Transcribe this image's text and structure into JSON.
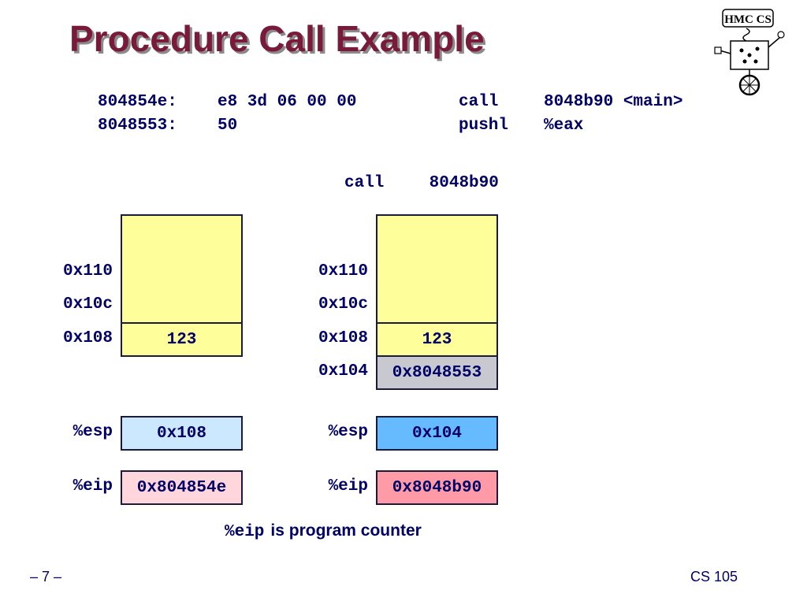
{
  "slide": {
    "title": "Procedure Call Example",
    "page_number": "– 7 –",
    "course": "CS 105"
  },
  "logo": {
    "text": "HMC CS"
  },
  "assembly": [
    {
      "addr": "804854e:",
      "bytes": "e8 3d 06 00 00",
      "op": "call",
      "arg": "8048b90 <main>"
    },
    {
      "addr": "8048553:",
      "bytes": "50",
      "op": "pushl",
      "arg": "%eax"
    }
  ],
  "instruction_label": {
    "op": "call",
    "arg": "8048b90"
  },
  "before": {
    "stack": [
      {
        "addr": "0x110",
        "value": ""
      },
      {
        "addr": "0x10c",
        "value": ""
      },
      {
        "addr": "0x108",
        "value": "123"
      }
    ],
    "esp": {
      "label": "%esp",
      "value": "0x108",
      "color": "#cce8ff"
    },
    "eip": {
      "label": "%eip",
      "value": "0x804854e",
      "color": "#ffd6dc"
    }
  },
  "after": {
    "stack": [
      {
        "addr": "0x110",
        "value": ""
      },
      {
        "addr": "0x10c",
        "value": ""
      },
      {
        "addr": "0x108",
        "value": "123"
      },
      {
        "addr": "0x104",
        "value": "0x8048553",
        "color": "#c8c8d0"
      }
    ],
    "esp": {
      "label": "%esp",
      "value": "0x104",
      "color": "#66bbff"
    },
    "eip": {
      "label": "%eip",
      "value": "0x8048b90",
      "color": "#ff9aa6"
    }
  },
  "caption": {
    "code": "%eip",
    "text": "is program counter"
  },
  "colors": {
    "title": "#7a1a3a",
    "text": "#000066",
    "stack": "#fefe9a"
  }
}
